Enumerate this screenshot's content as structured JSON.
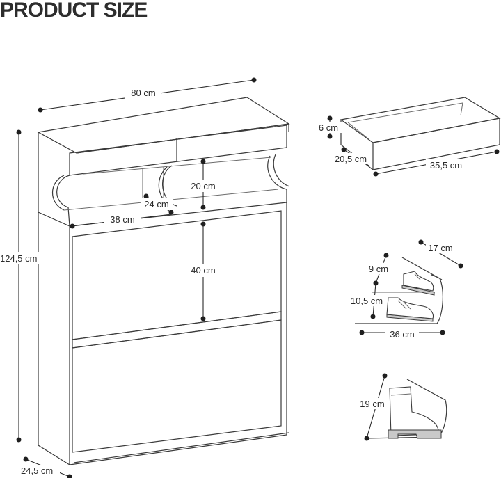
{
  "title": "PRODUCT SIZE",
  "labels": {
    "width": "80 cm",
    "height": "124,5 cm",
    "depth": "24,5 cm",
    "shelf_height": "20 cm",
    "shelf_depth": "24 cm",
    "shelf_width": "38 cm",
    "flap_height": "40 cm",
    "drawer_height": "6 cm",
    "drawer_depth": "20,5 cm",
    "drawer_width": "35,5 cm",
    "tray_angle_depth": "17 cm",
    "upper_shoe_space": "9 cm",
    "lower_shoe_space": "10,5 cm",
    "tray_width": "36 cm",
    "boot_height": "19 cm"
  },
  "icons": [
    "sneaker-icon",
    "running-shoe-icon",
    "boot-icon"
  ]
}
